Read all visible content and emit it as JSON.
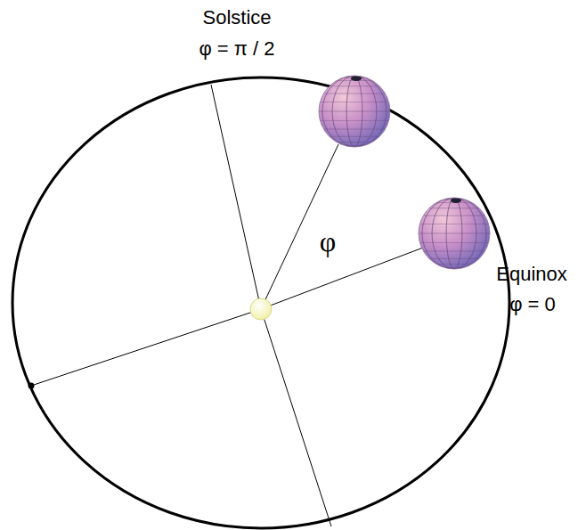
{
  "diagram": {
    "labels": [
      "Solstice",
      "φ = π / 2",
      "φ",
      "Equinox",
      "φ = 0"
    ]
  }
}
